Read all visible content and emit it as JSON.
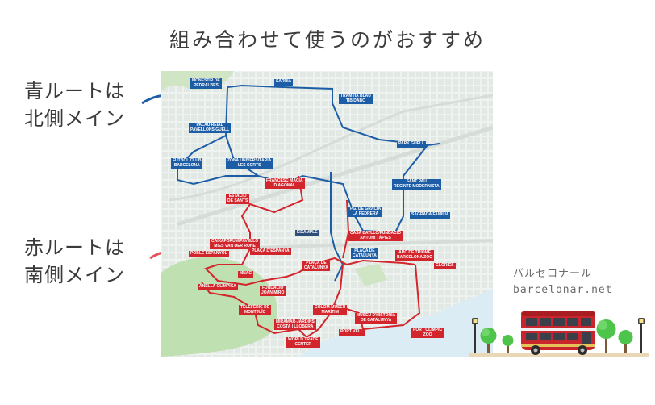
{
  "page": {
    "title": "組み合わせて使うのがおすすめ"
  },
  "blue_label": {
    "line1": "青ルートは",
    "line2": "北側メイン"
  },
  "red_label": {
    "line1": "赤ルートは",
    "line2": "南側メイン"
  },
  "brand": {
    "katakana": "バルセロナール",
    "url": "barcelonar.net"
  },
  "colors": {
    "blue_route": "#1d5da6",
    "red_route": "#d3252c",
    "park_green": "#bfe0b0",
    "sea_blue": "#dcecf5"
  },
  "map": {
    "blue_stops": [
      {
        "id": "monestir",
        "text": "MONESTIR DE\nPEDRALBES"
      },
      {
        "id": "sarria",
        "text": "SARRIÀ"
      },
      {
        "id": "tramvia",
        "text": "TRAMVIA BLAU\nTIBIDABO"
      },
      {
        "id": "palau",
        "text": "PALAU REIAL\nPAVELLONS GÜELL"
      },
      {
        "id": "park-guell",
        "text": "PARK GÜELL"
      },
      {
        "id": "futbol",
        "text": "FUTBOL CLUB\nBARCELONA"
      },
      {
        "id": "diagonal",
        "text": "ZONA UNIVERSITÀRIA\nLES CORTS"
      },
      {
        "id": "sant-pau",
        "text": "SANT PAU\nRECINTE MODERNISTA"
      },
      {
        "id": "sagrada",
        "text": "SAGRADA FAMÍLIA"
      },
      {
        "id": "pg-gracia",
        "text": "PG. DE GRÀCIA\nLA PEDRERA"
      },
      {
        "id": "eixample",
        "text": "EIXAMPLE"
      }
    ],
    "red_stops": [
      {
        "id": "macia",
        "text": "FRANCESC MACIÀ\nDIAGONAL"
      },
      {
        "id": "sants",
        "text": "ESTACIÓ\nDE SANTS"
      },
      {
        "id": "batllo",
        "text": "CASA BATLLÓ/FUNDACIÓ\nANTONI TÀPIES"
      },
      {
        "id": "caixaforum",
        "text": "CAIXAFORUM/PAVELLÓ\nMIES VAN DER ROHE"
      },
      {
        "id": "poble",
        "text": "POBLE ESPANYOL"
      },
      {
        "id": "espanya",
        "text": "PLAÇA D'ESPANYA"
      },
      {
        "id": "catalunya-red",
        "text": "PLAÇA DE\nCATALUNYA"
      },
      {
        "id": "catalunya-blue",
        "text": "PLAÇA DE\nCATALUNYA"
      },
      {
        "id": "arc",
        "text": "ARC DE TRIOMF\nBARCELONA ZOO"
      },
      {
        "id": "glories",
        "text": "GLÒRIES"
      },
      {
        "id": "mnac",
        "text": "MNAC"
      },
      {
        "id": "anella",
        "text": "ANELLA OLÍMPICA"
      },
      {
        "id": "miro",
        "text": "FUNDACIÓ\nJOAN MIRÓ"
      },
      {
        "id": "teleferic",
        "text": "TELEFÈRIC DE\nMONTJUÏC"
      },
      {
        "id": "colom",
        "text": "COLOM-MUSEU\nMARÍTIM"
      },
      {
        "id": "museu-hist",
        "text": "MUSEU D'HISTÒRIA\nDE CATALUNYA"
      },
      {
        "id": "miramar",
        "text": "MIRAMAR-JARDINS\nCOSTA I LLOBERA"
      },
      {
        "id": "port-vell",
        "text": "PORT VELL"
      },
      {
        "id": "port-olimpic",
        "text": "PORT OLÍMPIC\nZOO"
      },
      {
        "id": "wtc",
        "text": "WORLD TRADE\nCENTER"
      }
    ]
  }
}
